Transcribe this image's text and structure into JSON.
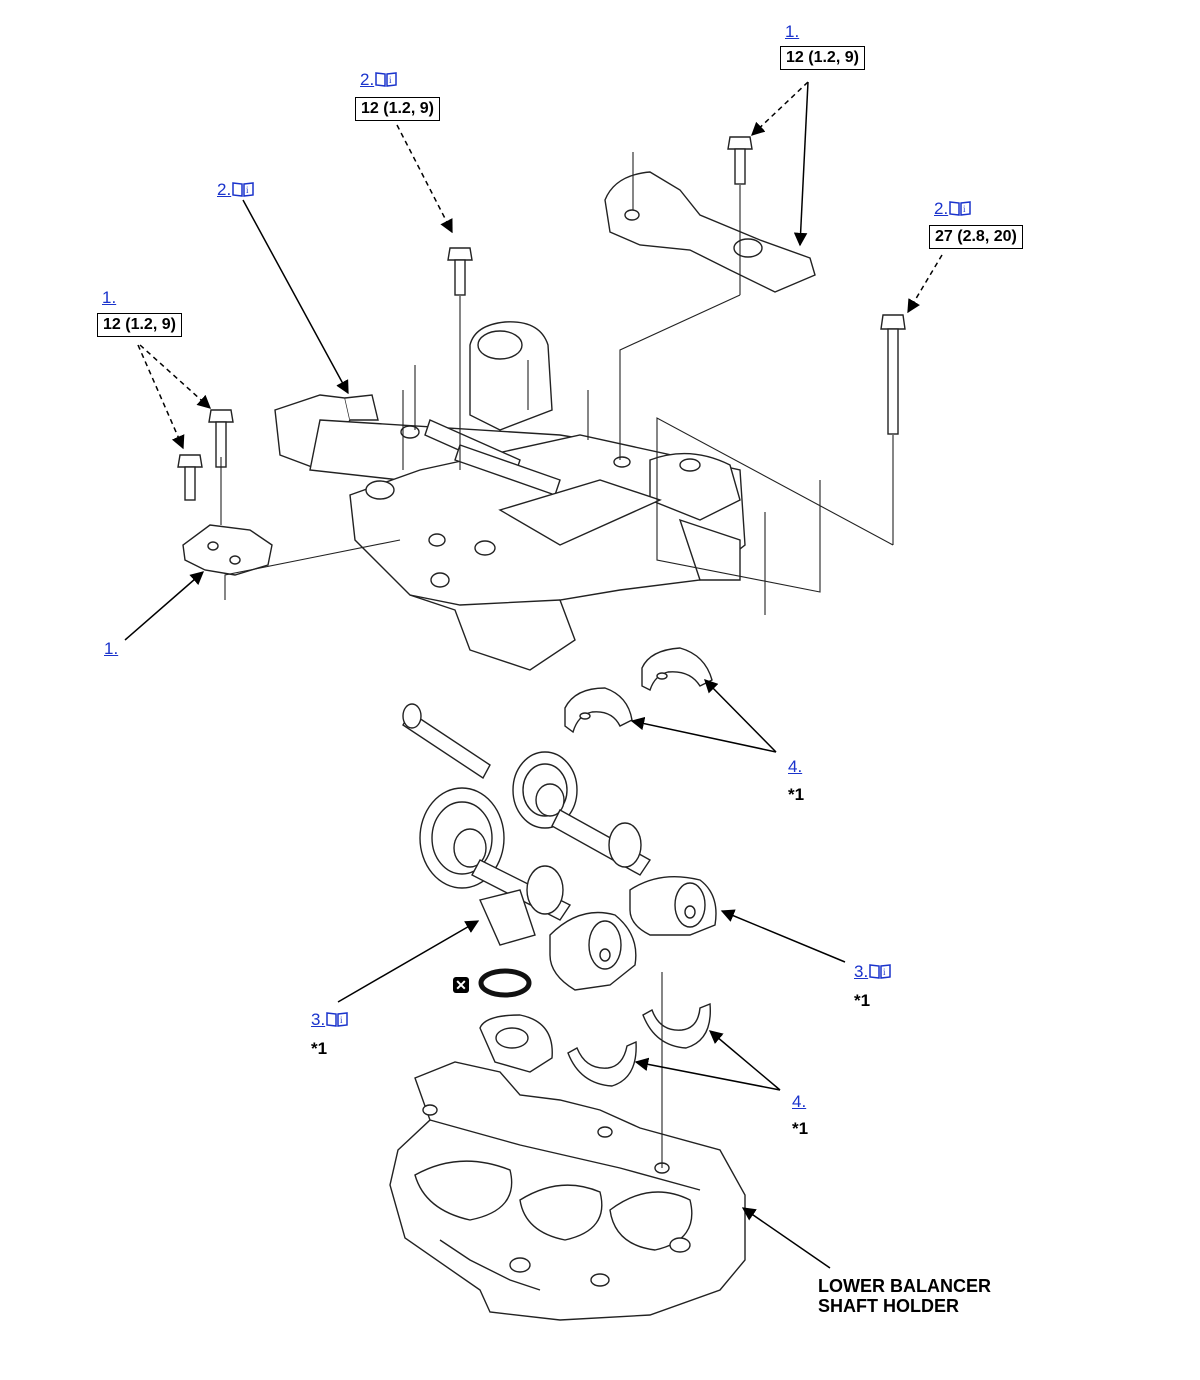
{
  "callouts": [
    {
      "ref": "1.",
      "book": false
    },
    {
      "ref": "2.",
      "book": true
    },
    {
      "ref": "2.",
      "book": true
    },
    {
      "ref": "2.",
      "book": true
    },
    {
      "ref": "1.",
      "book": false
    },
    {
      "ref": "1.",
      "book": false
    },
    {
      "ref": "4.",
      "book": false
    },
    {
      "ref": "3.",
      "book": true
    },
    {
      "ref": "3.",
      "book": true
    },
    {
      "ref": "4.",
      "book": false
    }
  ],
  "torques": [
    "12 (1.2, 9)",
    "12 (1.2, 9)",
    "27 (2.8, 20)",
    "12 (1.2, 9)"
  ],
  "notes": [
    "*1",
    "*1",
    "*1",
    "*1"
  ],
  "replace_symbol": "✕",
  "part_label": {
    "line1": "LOWER BALANCER",
    "line2": "SHAFT HOLDER"
  },
  "colors": {
    "link": "#1a33cc",
    "line": "#000000",
    "part_fill": "#ffffff",
    "part_stroke": "#222222"
  }
}
